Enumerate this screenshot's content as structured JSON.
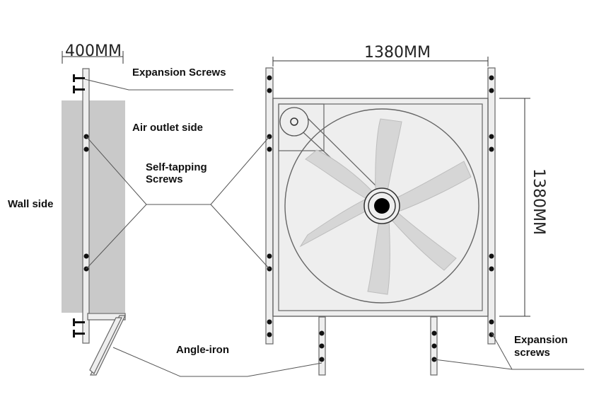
{
  "dimensions": {
    "side_depth": "400MM",
    "front_width": "1380MM",
    "front_height": "1380MM"
  },
  "labels": {
    "expansion_screws_top": "Expansion Screws",
    "air_outlet_side": "Air outlet side",
    "self_tapping_line1": "Self-tapping",
    "self_tapping_line2": "Screws",
    "wall_side": "Wall side",
    "angle_iron": "Angle-iron",
    "expansion_screws_bottom_line1": "Expansion",
    "expansion_screws_bottom_line2": "screws"
  },
  "colors": {
    "frame_fill": "#eeeeee",
    "frame_stroke": "#666666",
    "wall": "#c9c9c9",
    "blade": "#d6d6d6",
    "hub": "#000000",
    "leader_line": "#555555"
  }
}
